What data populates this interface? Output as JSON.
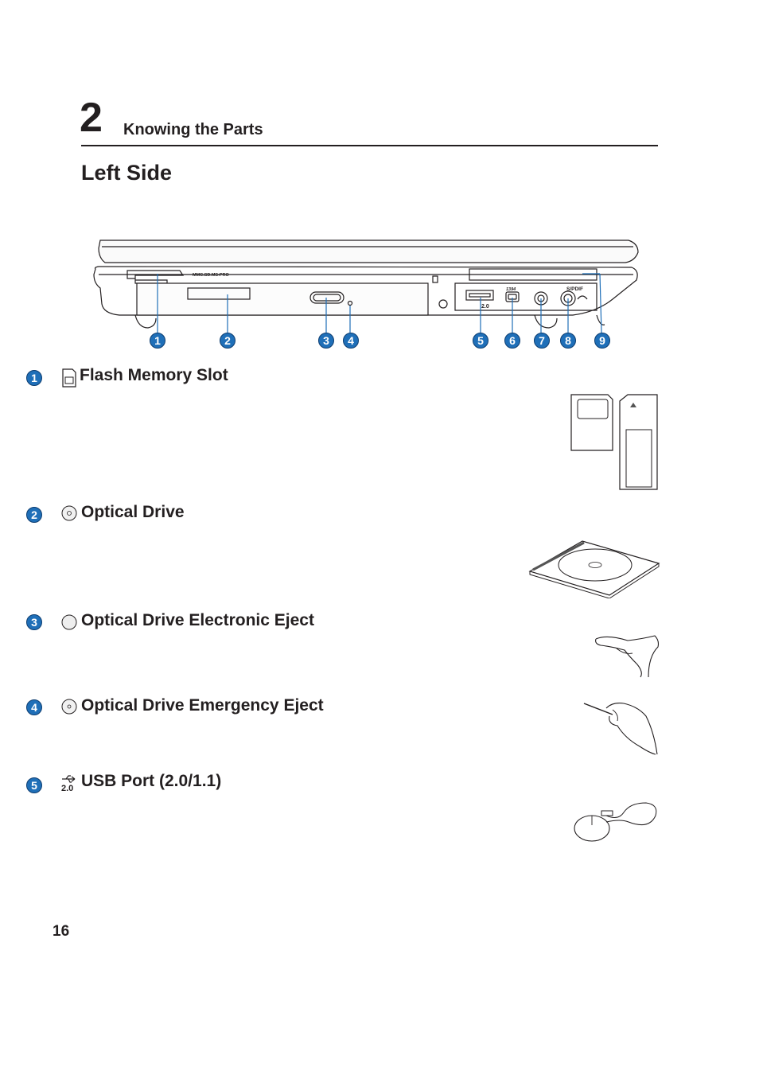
{
  "header": {
    "chapter_number": "2",
    "chapter_title": "Knowing the Parts"
  },
  "page_title": "Left Side",
  "diagram": {
    "card_reader_label": "MMC.SD.MS-PRO",
    "usb_label": "2.0",
    "firewire_label": "1394",
    "spdif_label": "S/PDIF",
    "callouts": [
      "1",
      "2",
      "3",
      "4",
      "5",
      "6",
      "7",
      "8",
      "9"
    ]
  },
  "sections": [
    {
      "number": "1",
      "title": "Flash Memory Slot"
    },
    {
      "number": "2",
      "title": "Optical Drive"
    },
    {
      "number": "3",
      "title": "Optical Drive Electronic Eject"
    },
    {
      "number": "4",
      "title": "Optical Drive Emergency Eject"
    },
    {
      "number": "5",
      "title": "USB Port (2.0/1.1)",
      "icon_label": "2.0"
    }
  ],
  "page_number": "16",
  "colors": {
    "callout_blue": "#1f6fb8",
    "text": "#231f20"
  }
}
